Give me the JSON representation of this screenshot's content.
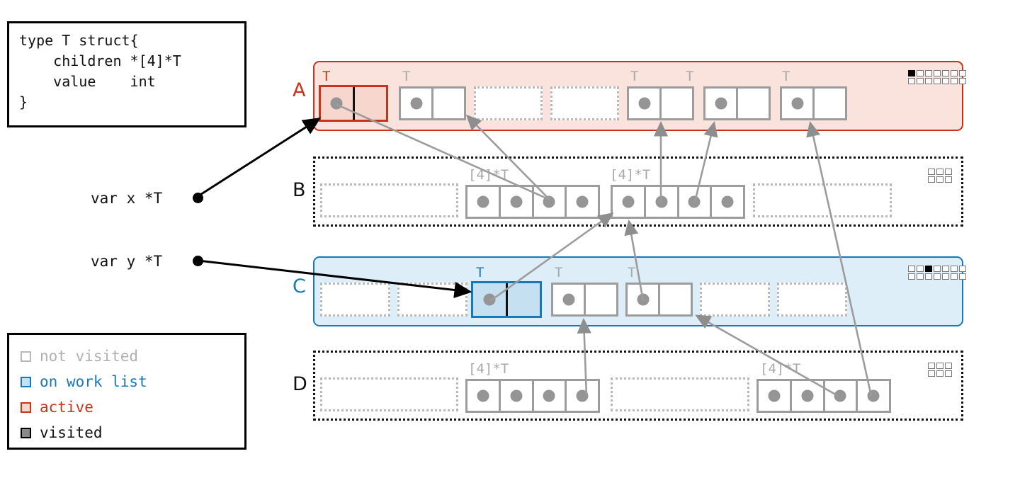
{
  "code_box": {
    "name": "go-struct-definition",
    "text": "type T struct{\n    children *[4]*T\n    value    int\n}"
  },
  "legend": {
    "title": "state-legend",
    "items": [
      {
        "label": "not visited",
        "border": "#b8b8b8",
        "fill": "#ffffff",
        "text": "#b0b0b0"
      },
      {
        "label": "on work list",
        "border": "#1879b8",
        "fill": "#c5e0f0",
        "text": "#1879b8"
      },
      {
        "label": "active",
        "border": "#c8341a",
        "fill": "#f6d6cd",
        "text": "#c8341a"
      },
      {
        "label": "visited",
        "border": "#000000",
        "fill": "#8a8a8a",
        "text": "#111111"
      }
    ]
  },
  "variables": [
    {
      "label": "var x *T",
      "points_to": "A0"
    },
    {
      "label": "var y *T",
      "points_to": "C2"
    }
  ],
  "colors": {
    "active_red": "#c8341a",
    "active_red_fill": "#f6d6cd",
    "band_red_fill": "#fae3dd",
    "worklist_blue": "#1879b8",
    "worklist_blue_fill": "#c5e0f0",
    "band_blue_fill": "#ddeef8",
    "not_visited_grey": "#b8b8b8",
    "object_grey": "#9c9c9c",
    "pointer_grey": "#959595",
    "visited_black": "#000000"
  },
  "rows": [
    {
      "id": "A",
      "label": "A",
      "label_color": "#c8341a",
      "band_style": "solid-red",
      "chip": {
        "name": "memory-chip-a",
        "rows": 2,
        "cols": 7,
        "filled": [
          0
        ]
      },
      "objects": [
        {
          "id": "A0",
          "type_label": "T",
          "state": "active",
          "cells": 2,
          "dots": [
            0
          ]
        },
        {
          "id": "A1",
          "type_label": "T",
          "state": "not-visited",
          "cells": 2,
          "dots": [
            0
          ]
        },
        {
          "id": "A2",
          "type_label": "",
          "state": "free",
          "cells": 1,
          "dots": []
        },
        {
          "id": "A3",
          "type_label": "",
          "state": "free",
          "cells": 1,
          "dots": []
        },
        {
          "id": "A4",
          "type_label": "T",
          "state": "not-visited",
          "cells": 2,
          "dots": [
            0
          ]
        },
        {
          "id": "A5",
          "type_label": "T",
          "state": "not-visited",
          "cells": 2,
          "dots": [
            0
          ]
        },
        {
          "id": "A6",
          "type_label": "T",
          "state": "not-visited",
          "cells": 2,
          "dots": [
            0
          ]
        }
      ]
    },
    {
      "id": "B",
      "label": "B",
      "label_color": "#111111",
      "band_style": "dotted",
      "chip": {
        "name": "memory-chip-b",
        "rows": 2,
        "cols": 3,
        "filled": []
      },
      "objects": [
        {
          "id": "B0",
          "type_label": "",
          "state": "free",
          "cells": 1,
          "dots": []
        },
        {
          "id": "B1",
          "type_label": "[4]*T",
          "state": "not-visited",
          "cells": 4,
          "dots": [
            0,
            1,
            2,
            3
          ]
        },
        {
          "id": "B2",
          "type_label": "[4]*T",
          "state": "not-visited",
          "cells": 4,
          "dots": [
            0,
            1,
            2,
            3
          ]
        },
        {
          "id": "B3",
          "type_label": "",
          "state": "free",
          "cells": 1,
          "dots": []
        }
      ]
    },
    {
      "id": "C",
      "label": "C",
      "label_color": "#1879b8",
      "band_style": "solid-blue",
      "chip": {
        "name": "memory-chip-c",
        "rows": 2,
        "cols": 7,
        "filled": [
          2
        ]
      },
      "objects": [
        {
          "id": "C0",
          "type_label": "",
          "state": "free",
          "cells": 1,
          "dots": []
        },
        {
          "id": "C1",
          "type_label": "",
          "state": "free",
          "cells": 1,
          "dots": []
        },
        {
          "id": "C2",
          "type_label": "T",
          "state": "on-work-list",
          "cells": 2,
          "dots": [
            0
          ]
        },
        {
          "id": "C3",
          "type_label": "T",
          "state": "not-visited",
          "cells": 2,
          "dots": [
            0
          ]
        },
        {
          "id": "C4",
          "type_label": "T",
          "state": "not-visited",
          "cells": 2,
          "dots": [
            0
          ]
        },
        {
          "id": "C5",
          "type_label": "",
          "state": "free",
          "cells": 1,
          "dots": []
        },
        {
          "id": "C6",
          "type_label": "",
          "state": "free",
          "cells": 1,
          "dots": []
        }
      ]
    },
    {
      "id": "D",
      "label": "D",
      "label_color": "#111111",
      "band_style": "dotted",
      "chip": {
        "name": "memory-chip-d",
        "rows": 2,
        "cols": 3,
        "filled": []
      },
      "objects": [
        {
          "id": "D0",
          "type_label": "",
          "state": "free",
          "cells": 1,
          "dots": []
        },
        {
          "id": "D1",
          "type_label": "[4]*T",
          "state": "not-visited",
          "cells": 4,
          "dots": [
            0,
            1,
            2,
            3
          ]
        },
        {
          "id": "D2",
          "type_label": "",
          "state": "free",
          "cells": 1,
          "dots": []
        },
        {
          "id": "D3",
          "type_label": "[4]*T",
          "state": "not-visited",
          "cells": 4,
          "dots": [
            0,
            1,
            2,
            3
          ]
        }
      ]
    }
  ],
  "pointer_edges": [
    {
      "from": "A0.0",
      "to": "B1.2"
    },
    {
      "from": "B1.2",
      "to": "A1"
    },
    {
      "from": "A4.0",
      "to": "B2.1"
    },
    {
      "from": "A5.0",
      "to": "B2.2"
    },
    {
      "from": "A6.0",
      "to": "D3.2"
    },
    {
      "from": "C2.0",
      "to": "B2.0"
    },
    {
      "from": "C3.0",
      "to": "D1.3"
    },
    {
      "from": "C4.0",
      "to": "B2.1"
    },
    {
      "from": "D3.3",
      "to": "C4"
    }
  ]
}
